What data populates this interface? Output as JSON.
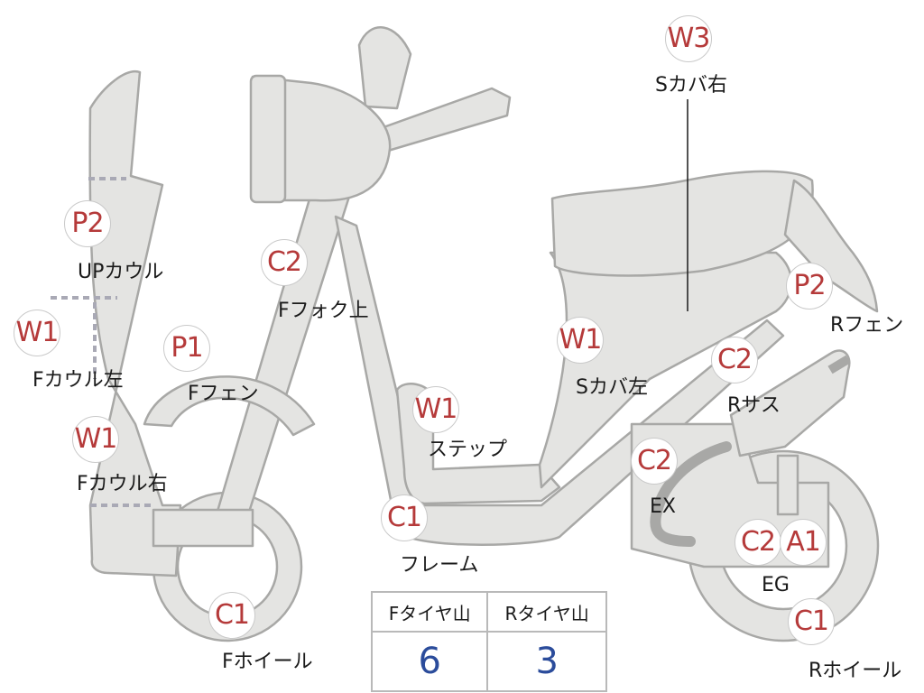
{
  "badges": [
    {
      "code": "W3",
      "label": "Sカバ右"
    },
    {
      "code": "P2",
      "label": "UPカウル"
    },
    {
      "code": "C2",
      "label": "Fフォク上"
    },
    {
      "code": "P2",
      "label": "Rフェン"
    },
    {
      "code": "W1",
      "label": "Fカウル左"
    },
    {
      "code": "P1",
      "label": "Fフェン"
    },
    {
      "code": "W1",
      "label": "Sカバ左"
    },
    {
      "code": "C2",
      "label": "Rサス"
    },
    {
      "code": "W1",
      "label": "ステップ"
    },
    {
      "code": "W1",
      "label": "Fカウル右"
    },
    {
      "code": "C2",
      "label": "EX"
    },
    {
      "code": "C1",
      "label": "フレーム"
    },
    {
      "code": "C2",
      "label": ""
    },
    {
      "code": "A1",
      "label": ""
    },
    {
      "code": "",
      "label": "EG"
    },
    {
      "code": "C1",
      "label": "Fホイール"
    },
    {
      "code": "C1",
      "label": "Rホイール"
    }
  ],
  "tread_table": {
    "headers": [
      "Fタイヤ山",
      "Rタイヤ山"
    ],
    "values": [
      "6",
      "3"
    ]
  },
  "colors": {
    "part_fill": "#e4e4e2",
    "part_outline": "#a8a8a6",
    "badge_code": "#b53a3a",
    "tread_value": "#2b4c9b"
  }
}
